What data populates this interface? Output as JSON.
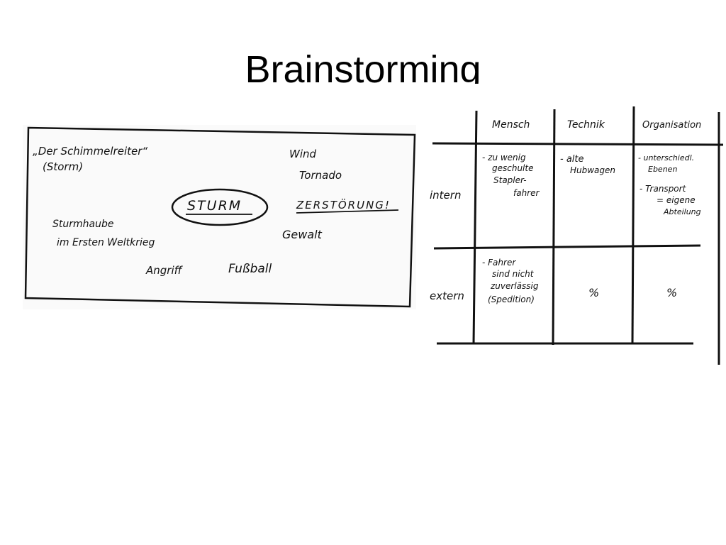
{
  "slide": {
    "title": "Brainstorming"
  },
  "left_sketch": {
    "quote_line1": "„Der Schimmelreiter“",
    "quote_line2": "(Storm)",
    "wind": "Wind",
    "tornado": "Tornado",
    "center_word": "STURM",
    "zerstoerung": "ZERSTÖRUNG!",
    "sturmhaube_line1": "Sturmhaube",
    "sturmhaube_line2": "im Ersten Weltkrieg",
    "gewalt": "Gewalt",
    "angriff": "Angriff",
    "fussball": "Fußball"
  },
  "right_table": {
    "columns": [
      "Mensch",
      "Technik",
      "Organisation"
    ],
    "rows": [
      "intern",
      "extern"
    ],
    "intern_mensch": [
      "- zu wenig",
      "geschulte",
      "Stapler-",
      "fahrer"
    ],
    "intern_technik": [
      "- alte",
      "Hubwagen"
    ],
    "intern_organisation": [
      "- unterschiedl.",
      "Ebenen",
      "- Transport",
      "= eigene",
      "Abteilung"
    ],
    "extern_mensch": [
      "- Fahrer",
      "sind nicht",
      "zuverlässig",
      "(Spedition)"
    ],
    "extern_technik": "%",
    "extern_organisation": "%"
  }
}
